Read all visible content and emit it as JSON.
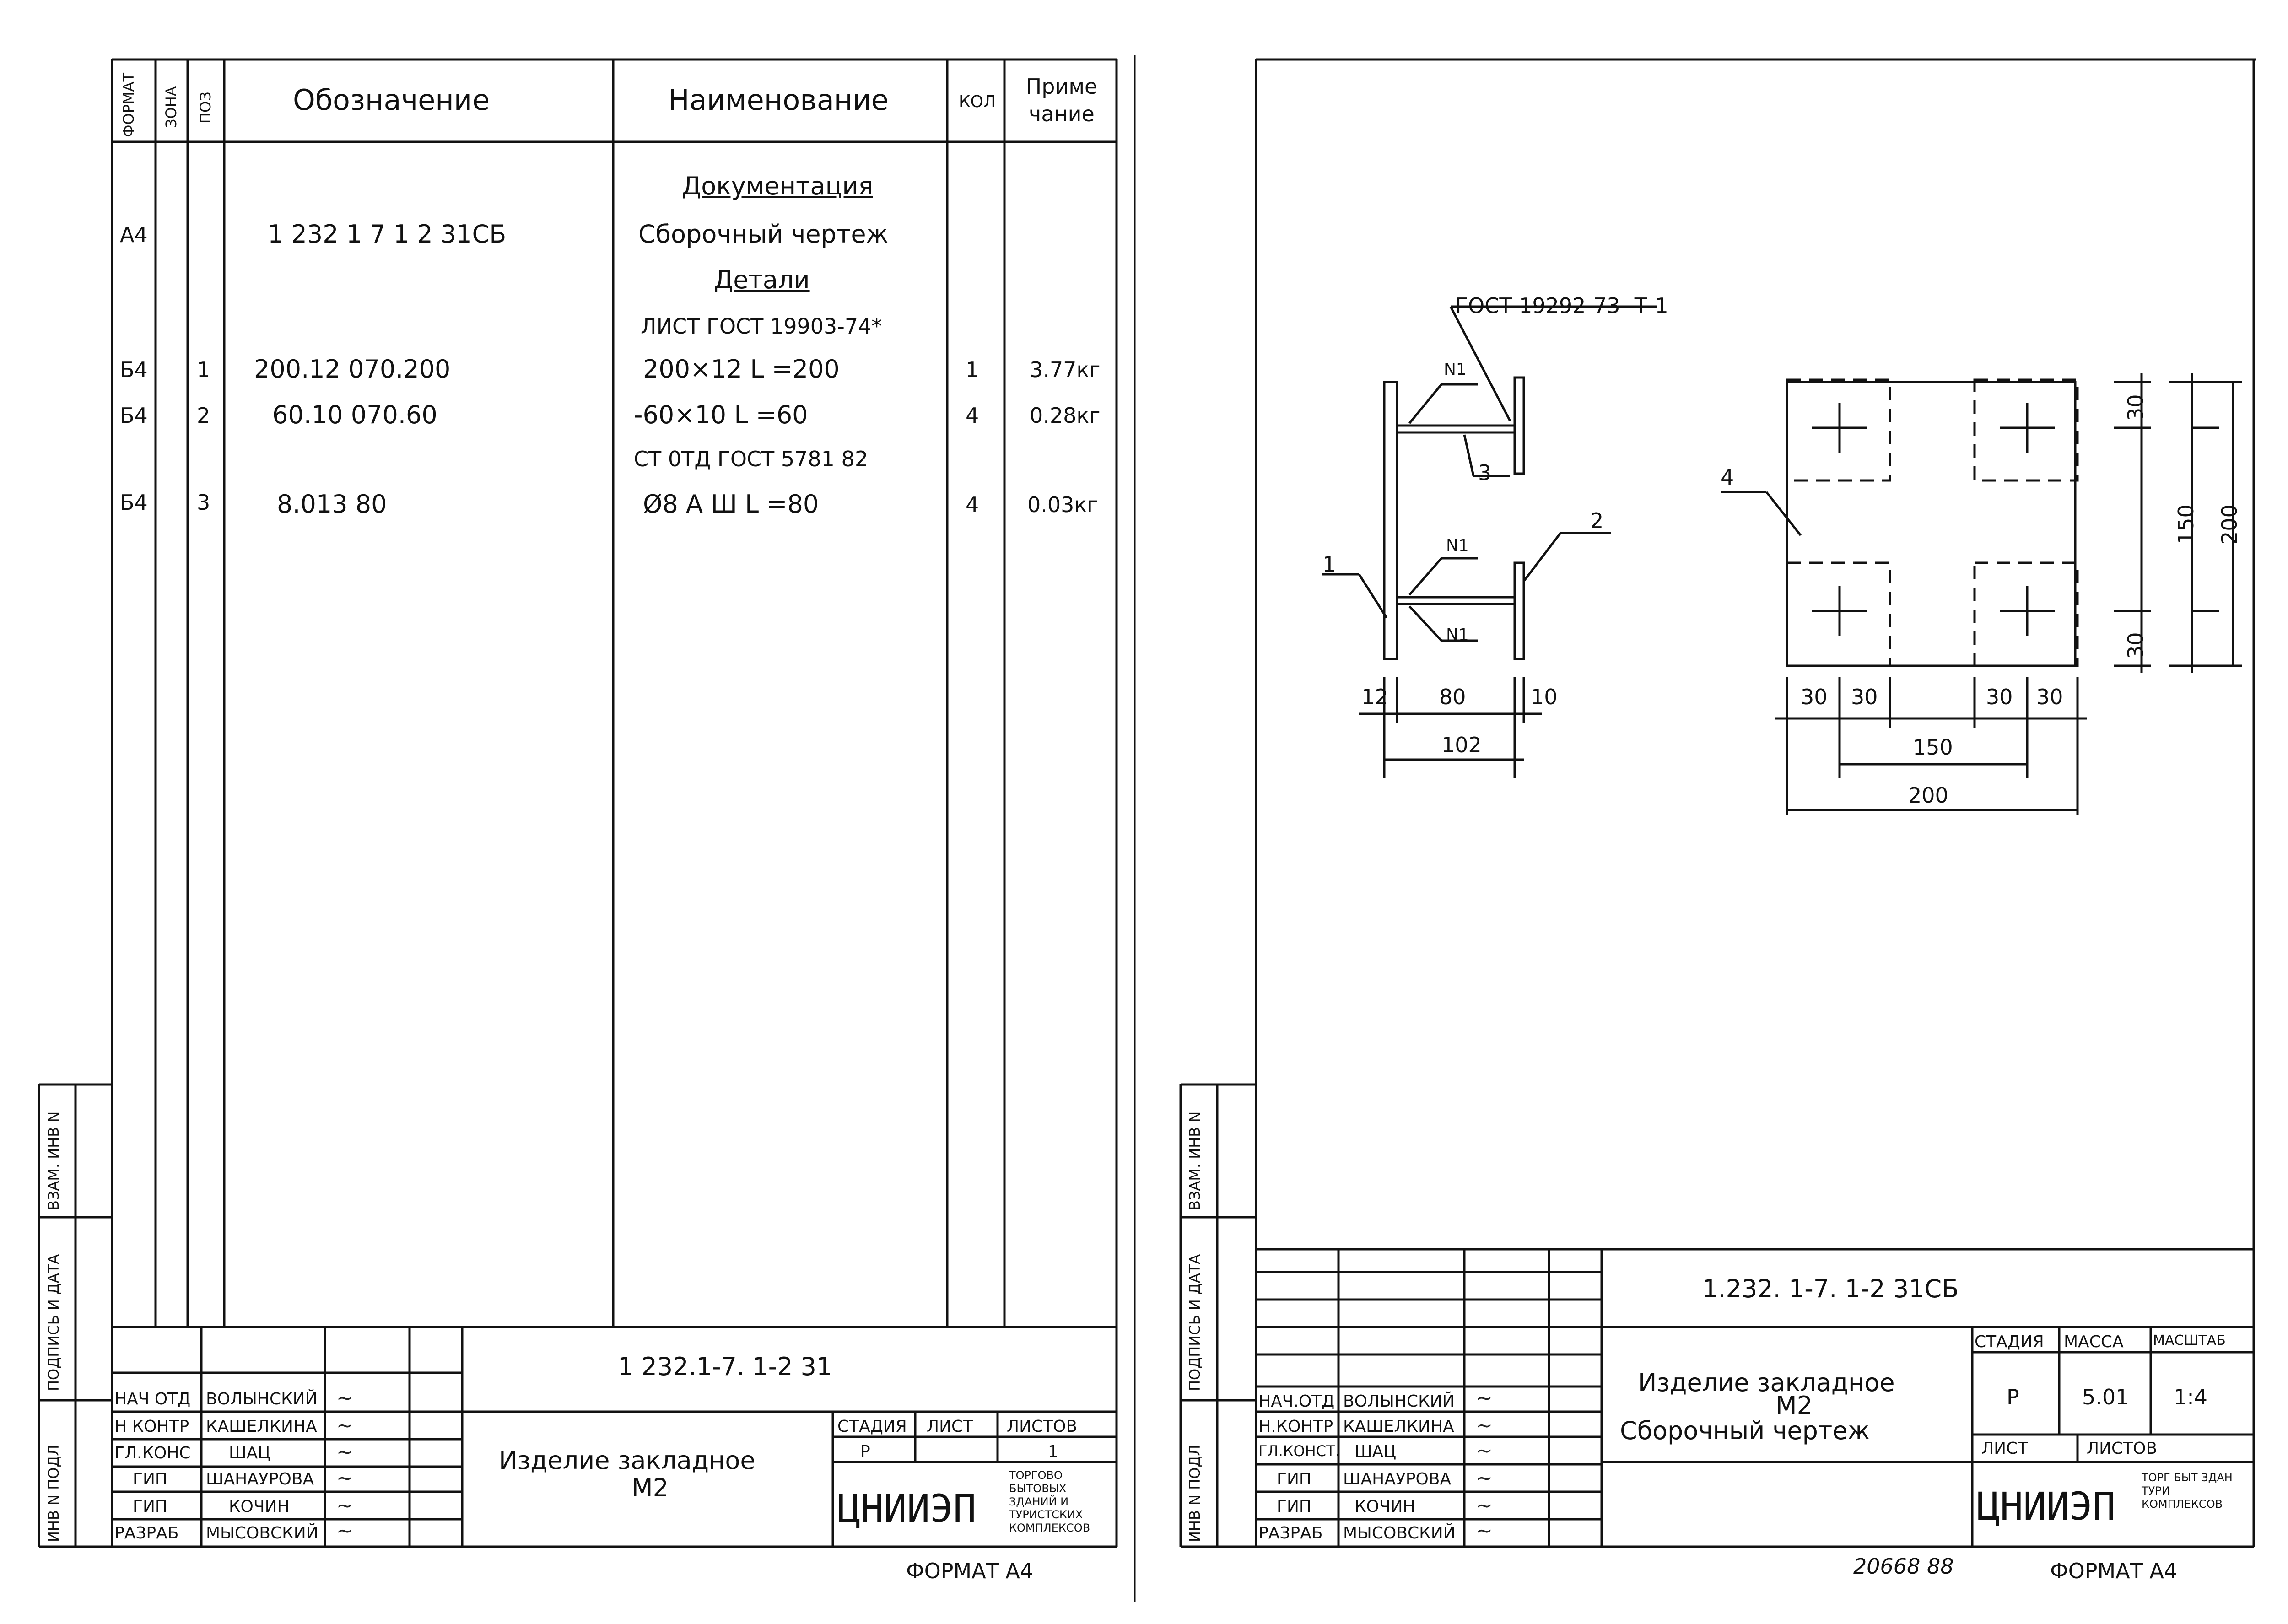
{
  "left_sheet": {
    "header": {
      "format": "ФОРМАТ",
      "zone": "ЗОНА",
      "pos": "ПОЗ",
      "designation": "Обозначение",
      "name": "Наименование",
      "qty": "КОЛ",
      "note": "Приме чание"
    },
    "rows": [
      {
        "format": "",
        "zone": "",
        "pos": "",
        "designation": "",
        "name": "Документация",
        "qty": "",
        "note": ""
      },
      {
        "format": "А4",
        "zone": "",
        "pos": "",
        "designation": "1 232 1 7 1 2 31СБ",
        "name": "Сборочный чертеж",
        "qty": "",
        "note": ""
      },
      {
        "format": "",
        "zone": "",
        "pos": "",
        "designation": "",
        "name": "Детали",
        "qty": "",
        "note": ""
      },
      {
        "format": "",
        "zone": "",
        "pos": "",
        "designation": "",
        "name": "ЛИСТ ГОСТ 19903-74*",
        "qty": "",
        "note": ""
      },
      {
        "format": "Б4",
        "zone": "",
        "pos": "1",
        "designation": "200.12 070.200",
        "name": "200×12 L =200",
        "qty": "1",
        "note": "3.77кг"
      },
      {
        "format": "Б4",
        "zone": "",
        "pos": "2",
        "designation": "60.10 070.60",
        "name": "-60×10 L =60",
        "qty": "4",
        "note": "0.28кг"
      },
      {
        "format": "",
        "zone": "",
        "pos": "",
        "designation": "",
        "name": "СТ 0ТД ГОСТ 5781 82",
        "qty": "",
        "note": ""
      },
      {
        "format": "Б4",
        "zone": "",
        "pos": "3",
        "designation": "8.013 80",
        "name": "Ø8 А Ш L =80",
        "qty": "4",
        "note": "0.03кг"
      }
    ],
    "side_labels": [
      "ИНВ N ПОДЛ",
      "ПОДПИСЬ И ДАТА",
      "ВЗАМ. ИНВ N"
    ],
    "title_block": {
      "code": "1 232.1-7. 1-2 31",
      "roles": [
        "НАЧ ОТД",
        "Н КОНТР",
        "ГЛ.КОНС",
        "ГИП",
        "ГИП",
        "РАЗРАБ"
      ],
      "names": [
        "ВОЛЫНСКИЙ",
        "КАШЕЛКИНА",
        "ШАЦ",
        "ШАНАУРОВА",
        "КОЧИН",
        "МЫСОВСКИЙ"
      ],
      "title": "Изделие закладное",
      "subtitle": "М2",
      "stage_label": "СТАДИЯ",
      "sheet_label": "ЛИСТ",
      "sheets_label": "ЛИСТОВ",
      "stage": "Р",
      "sheets": "1",
      "org_logo": "ЦНИИЭП",
      "org_text": "ТОРГОВО БЫТОВЫХ ЗДАНИЙ И ТУРИСТСКИХ КОМПЛЕКСОВ"
    },
    "format_label": "ФОРМАТ А4"
  },
  "right_sheet": {
    "drawing": {
      "weld_callout": "ГОСТ 19292-73 -Т-1",
      "weld_marks": [
        "N1",
        "N1",
        "N1"
      ],
      "pos_labels": [
        "1",
        "2",
        "3",
        "4"
      ],
      "dims_left": [
        "12",
        "80",
        "10",
        "102"
      ],
      "dims_right_bottom": [
        "30",
        "30",
        "30",
        "30",
        "150",
        "200"
      ],
      "dims_right_side": [
        "30",
        "150",
        "200",
        "30"
      ]
    },
    "side_labels": [
      "ИНВ N ПОДЛ",
      "ПОДПИСЬ И ДАТА",
      "ВЗАМ. ИНВ N"
    ],
    "title_block": {
      "code": "1.232. 1-7. 1-2 31СБ",
      "roles": [
        "НАЧ.ОТД",
        "Н.КОНТР",
        "ГЛ.КОНСТ.",
        "ГИП",
        "ГИП",
        "РАЗРАБ"
      ],
      "names": [
        "ВОЛЫНСКИЙ",
        "КАШЕЛКИНА",
        "ШАЦ",
        "ШАНАУРОВА",
        "КОЧИН",
        "МЫСОВСКИЙ"
      ],
      "title": "Изделие закладное",
      "subtitle": "М2",
      "doc_type": "Сборочный чертеж",
      "stage_label": "СТАДИЯ",
      "mass_label": "МАССА",
      "scale_label": "МАСШТАБ",
      "stage": "Р",
      "mass": "5.01",
      "scale": "1:4",
      "sheet_label": "ЛИСТ",
      "sheets_label": "ЛИСТОВ",
      "org_logo": "ЦНИИЭП",
      "org_text": "ТОРГ БЫТ ЗДАН ТУРИ КОМПЛЕКСОВ"
    },
    "inventory_number": "20668 88",
    "format_label": "ФОРМАТ А4"
  }
}
